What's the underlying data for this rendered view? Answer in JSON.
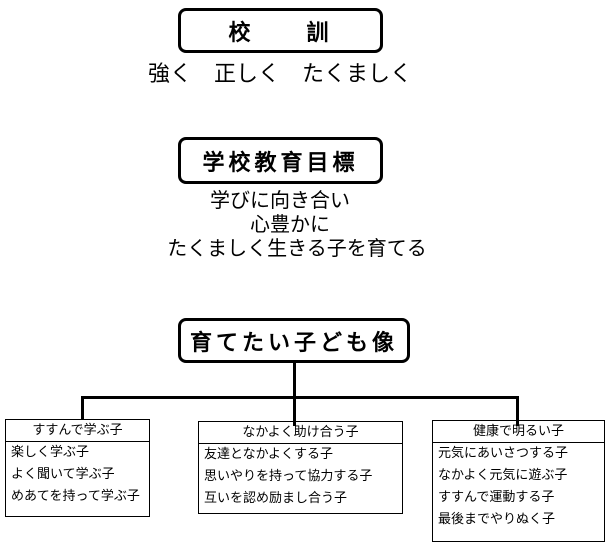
{
  "motto": {
    "title": "校　　訓",
    "text": "強く　正しく　たくましく"
  },
  "goal": {
    "title": "学校教育目標",
    "lines": [
      "学びに向き合い",
      "心豊かに",
      "たくましく生きる子を育てる"
    ]
  },
  "ideal": {
    "title": "育てたい子ども像"
  },
  "groups": [
    {
      "title": "すすんで学ぶ子",
      "items": [
        "楽しく学ぶ子",
        "よく聞いて学ぶ子",
        "めあてを持って学ぶ子"
      ]
    },
    {
      "title": "なかよく助け合う子",
      "items": [
        "友達となかよくする子",
        "思いやりを持って協力する子",
        "互いを認め励まし合う子"
      ]
    },
    {
      "title": "健康で明るい子",
      "items": [
        "元気にあいさつする子",
        "なかよく元気に遊ぶ子",
        "すすんで運動する子",
        "最後までやりぬく子"
      ]
    }
  ]
}
